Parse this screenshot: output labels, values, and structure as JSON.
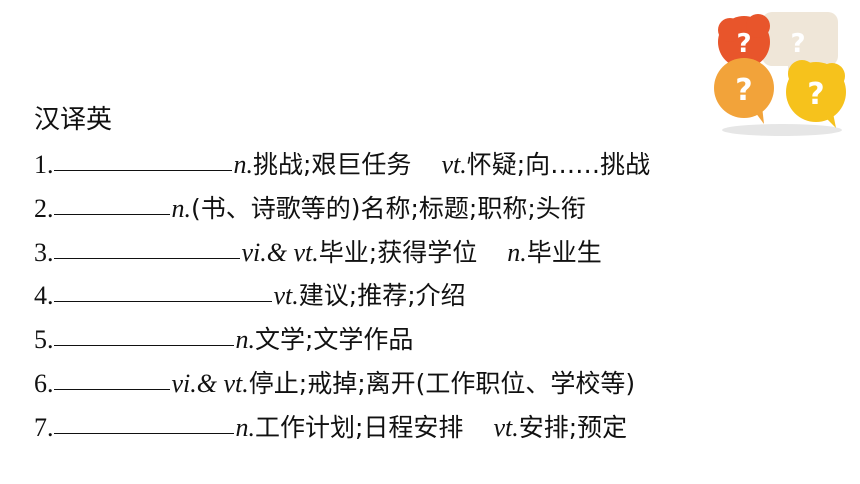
{
  "heading": "汉译英",
  "items": [
    {
      "num": "1.",
      "pos1": "n.",
      "def1": "挑战;艰巨任务",
      "pos2": "vt.",
      "def2": "怀疑;向……挑战"
    },
    {
      "num": "2.",
      "pos1": "n.",
      "def1": "(书、诗歌等的)名称;标题;职称;头衔",
      "pos2": "",
      "def2": ""
    },
    {
      "num": "3.",
      "pos1": "vi.& vt.",
      "def1": "毕业;获得学位",
      "pos2": "n.",
      "def2": "毕业生"
    },
    {
      "num": "4.",
      "pos1": "vt.",
      "def1": "建议;推荐;介绍",
      "pos2": "",
      "def2": ""
    },
    {
      "num": "5.",
      "pos1": "n.",
      "def1": "文学;文学作品",
      "pos2": "",
      "def2": ""
    },
    {
      "num": "6.",
      "pos1": "vi.& vt.",
      "def1": "停止;戒掉;离开(工作职位、学校等)",
      "pos2": "",
      "def2": ""
    },
    {
      "num": "7.",
      "pos1": "n.",
      "def1": "工作计划;日程安排",
      "pos2": "vt.",
      "def2": "安排;预定"
    }
  ],
  "decoration": {
    "icon": "question-mark-speech-bubbles-icon",
    "colors": [
      "#e8552b",
      "#f2a33a",
      "#f6c21c",
      "#f0e6d6"
    ]
  }
}
